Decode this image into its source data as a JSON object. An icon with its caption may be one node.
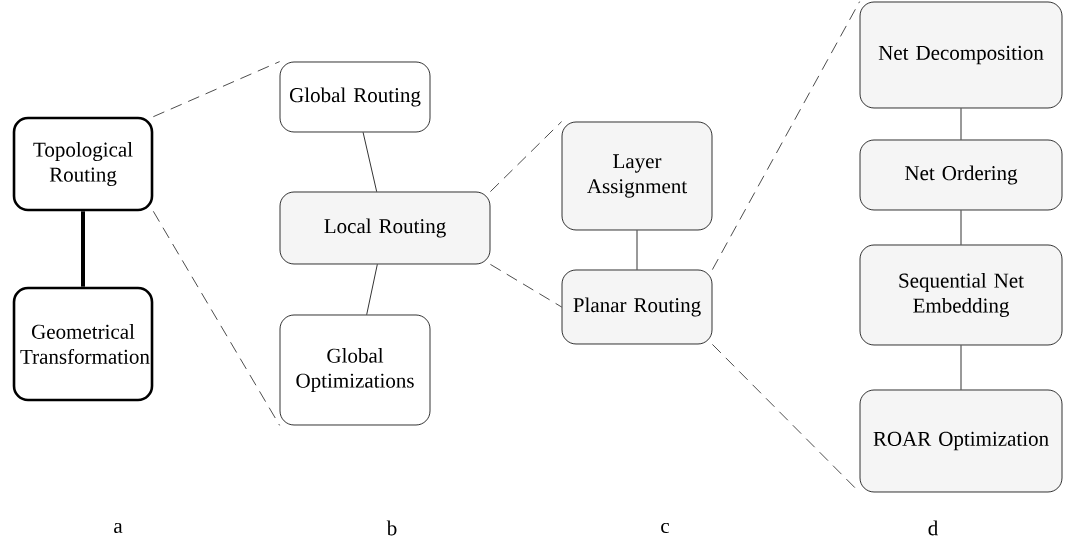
{
  "diagram": {
    "nodes": [
      {
        "text": [
          "Topological Routing"
        ]
      },
      {
        "text": [
          "Geometrical Transformation"
        ]
      },
      {
        "text": [
          "Global Routing"
        ]
      },
      {
        "text": [
          "Local Routing"
        ]
      },
      {
        "text": [
          "Global Optimizations"
        ]
      },
      {
        "text": [
          "Layer Assignment"
        ]
      },
      {
        "text": [
          "Planar Routing"
        ]
      },
      {
        "text": [
          "Net Decomposition"
        ]
      },
      {
        "text": [
          "Net Ordering"
        ]
      },
      {
        "text": [
          "Sequential Net Embedding"
        ]
      },
      {
        "text": [
          "ROAR Optimization"
        ]
      }
    ],
    "edges": [
      {
        "from": 0,
        "to": 1,
        "arrow": "none",
        "style": "thick"
      },
      {
        "from": 0,
        "to": 2,
        "arrow": "none",
        "style": "dashed"
      },
      {
        "from": 0,
        "to": 4,
        "arrow": "none",
        "style": "dashed"
      },
      {
        "from": 2,
        "to": 3,
        "arrow": "none"
      },
      {
        "from": 3,
        "to": 4,
        "arrow": "none"
      },
      {
        "from": 3,
        "to": 5,
        "arrow": "none",
        "style": "dashed"
      },
      {
        "from": 3,
        "to": 6,
        "arrow": "none",
        "style": "dashed"
      },
      {
        "from": 5,
        "to": 6,
        "arrow": "none"
      },
      {
        "from": 6,
        "to": 7,
        "arrow": "none",
        "style": "dashed"
      },
      {
        "from": 6,
        "to": 10,
        "arrow": "none",
        "style": "dashed"
      },
      {
        "from": 7,
        "to": 8,
        "arrow": "none"
      },
      {
        "from": 8,
        "to": 9,
        "arrow": "none"
      },
      {
        "from": 9,
        "to": 10,
        "arrow": "none"
      }
    ],
    "labels": [
      "a",
      "b",
      "c",
      "d"
    ]
  }
}
